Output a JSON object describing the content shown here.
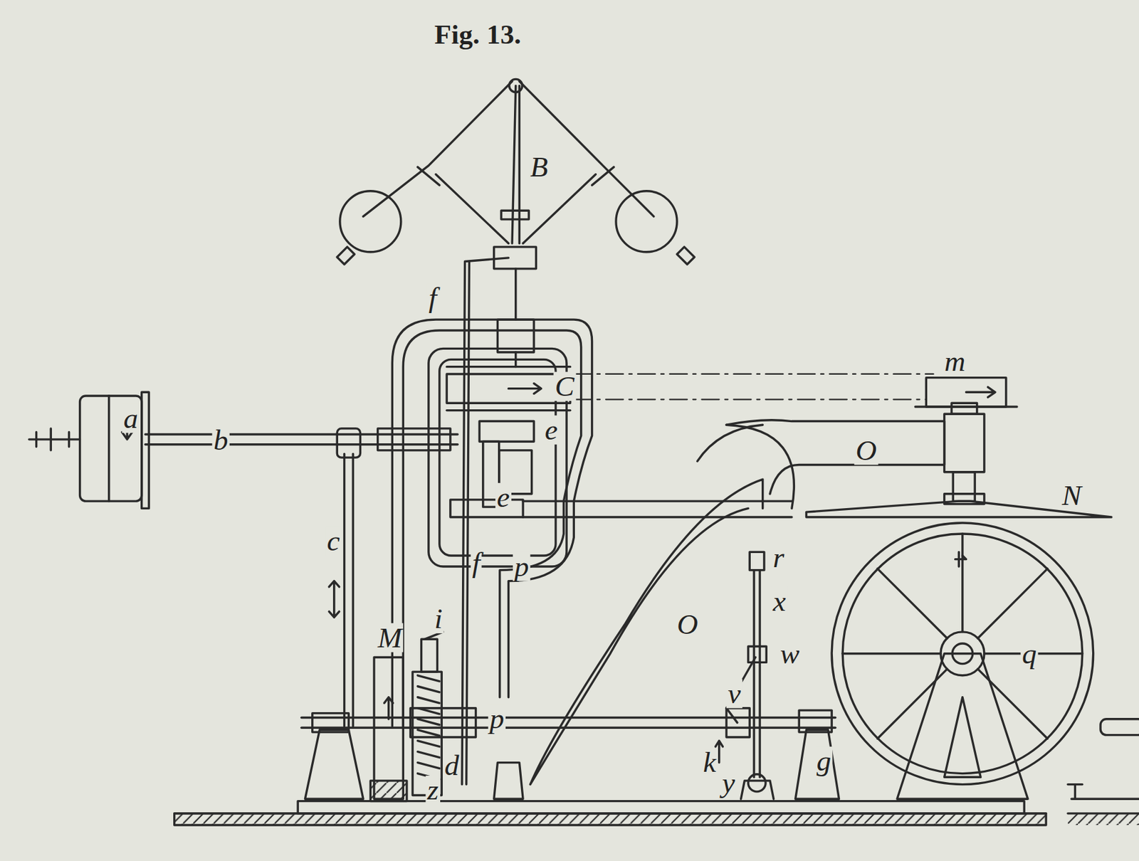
{
  "diagram": {
    "title": "Fig. 13.",
    "labels": [
      "B",
      "C",
      "m",
      "a",
      "b",
      "e",
      "e",
      "O",
      "N",
      "f",
      "f",
      "p",
      "c",
      "r",
      "x",
      "w",
      "O",
      "q",
      "i",
      "M",
      "v",
      "p",
      "k",
      "d",
      "g",
      "y",
      "z"
    ]
  }
}
